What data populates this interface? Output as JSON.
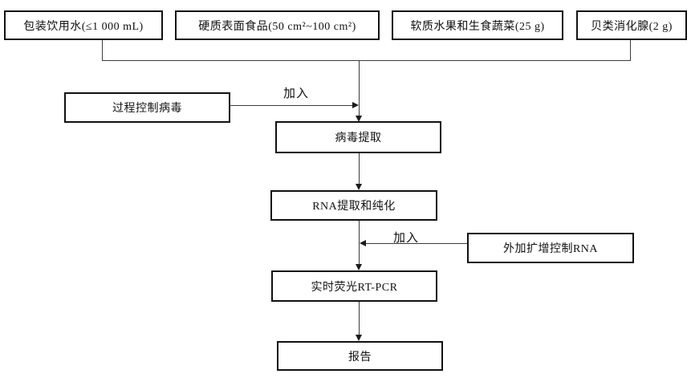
{
  "diagram": {
    "sample_boxes": [
      {
        "label": "包装饮用水(≤1 000 mL)"
      },
      {
        "label": "硬质表面食品(50 cm²~100 cm²)"
      },
      {
        "label": "软质水果和生食蔬菜(25 g)"
      },
      {
        "label": "贝类消化腺(2 g)"
      }
    ],
    "control_boxes": [
      {
        "label": "过程控制病毒"
      },
      {
        "label": "外加扩增控制RNA"
      }
    ],
    "process_boxes": [
      {
        "label": "病毒提取"
      },
      {
        "label": "RNA提取和纯化"
      },
      {
        "label": "实时荧光RT-PCR"
      },
      {
        "label": "报告"
      }
    ],
    "edge_labels": [
      {
        "label": "加入"
      },
      {
        "label": "加入"
      }
    ],
    "colors": {
      "background": "#ffffff",
      "box_border": "#111111",
      "line": "#3c3c3c",
      "text": "#111111"
    }
  }
}
